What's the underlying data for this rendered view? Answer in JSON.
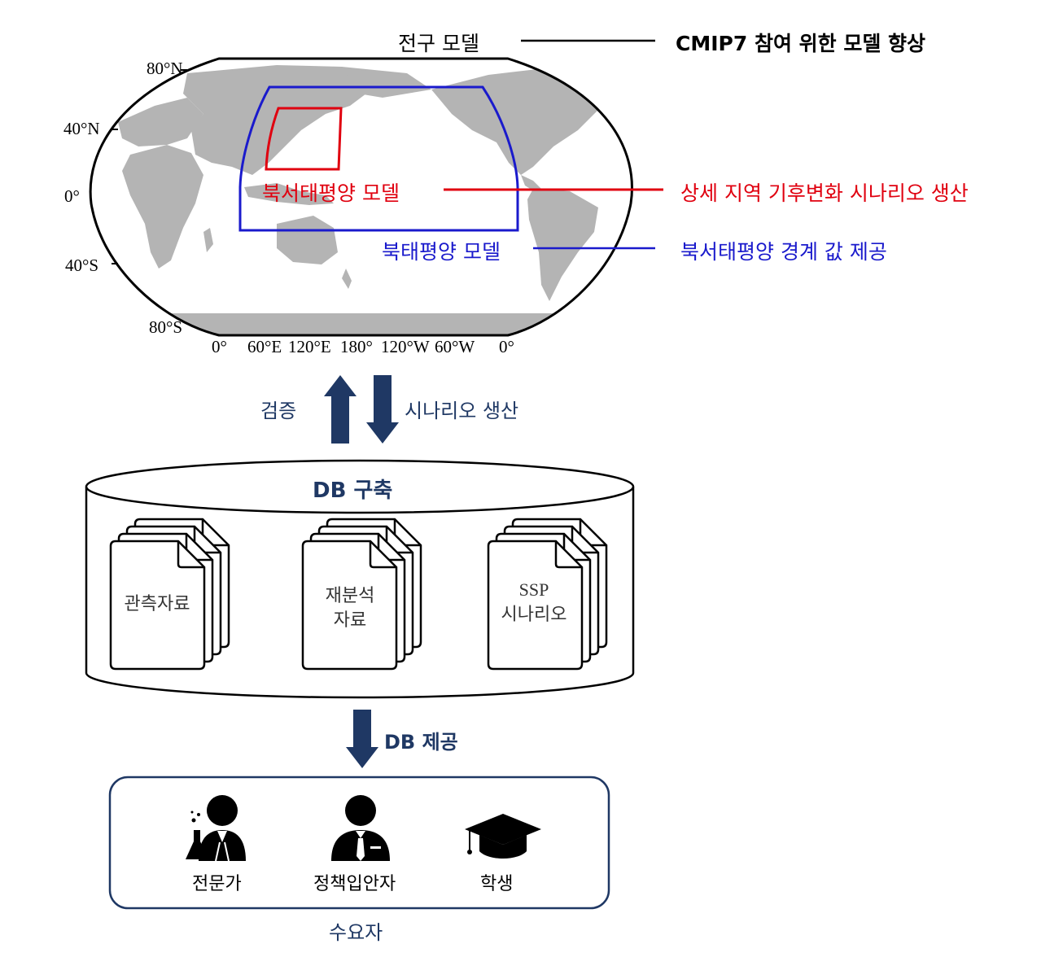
{
  "map": {
    "lat_labels": [
      "80°N",
      "40°N",
      "0°",
      "40°S",
      "80°S"
    ],
    "lon_labels": [
      "0°",
      "60°E",
      "120°E",
      "180°",
      "120°W",
      "60°W",
      "0°"
    ]
  },
  "models": {
    "global_model": "전구 모델",
    "global_model_desc": "CMIP7 참여 위한 모델 향상",
    "nwp_model": "북서태평양 모델",
    "nwp_model_desc": "상세 지역 기후변화 시나리오 생산",
    "np_model": "북태평양 모델",
    "np_model_desc": "북서태평양 경계 값 제공"
  },
  "flow": {
    "verify_label": "검증",
    "scenario_label": "시나리오  생산",
    "db_provide_label": "DB 제공"
  },
  "db": {
    "title": "DB 구축",
    "docs": [
      {
        "line1": "관측자료",
        "line2": ""
      },
      {
        "line1": "재분석",
        "line2": "자료"
      },
      {
        "line1": "SSP",
        "line2": "시나리오"
      }
    ]
  },
  "users": {
    "group_label": "수요자",
    "items": [
      {
        "icon": "scientist-icon",
        "label": "전문가"
      },
      {
        "icon": "policymaker-icon",
        "label": "정책입안자"
      },
      {
        "icon": "graduation-cap-icon",
        "label": "학생"
      }
    ]
  },
  "colors": {
    "red": "#e0000f",
    "blue": "#1a1acc",
    "navy": "#1f3864",
    "land": "#b4b4b4"
  }
}
